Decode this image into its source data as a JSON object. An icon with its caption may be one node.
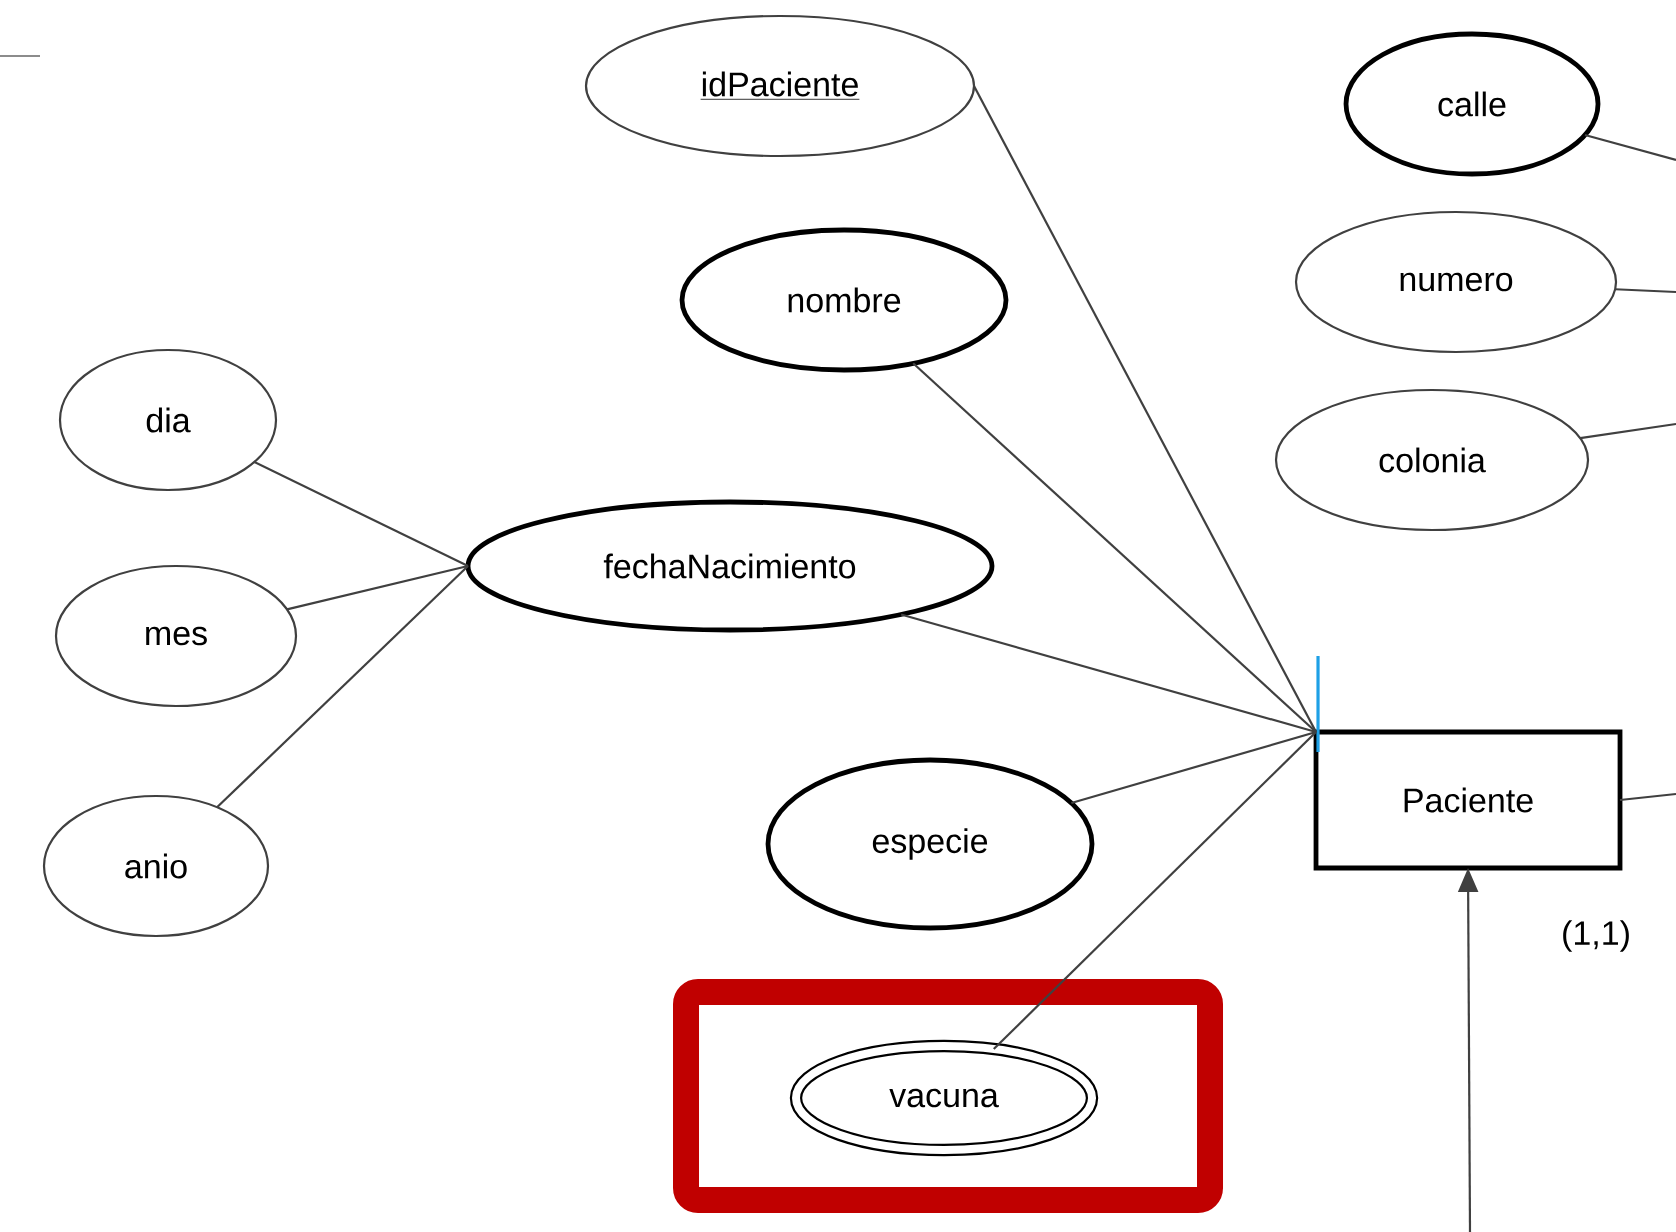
{
  "diagram": {
    "nodes": [
      {
        "text": [
          "idPaciente"
        ]
      },
      {
        "text": [
          "calle"
        ]
      },
      {
        "text": [
          "nombre"
        ]
      },
      {
        "text": [
          "numero"
        ]
      },
      {
        "text": [
          "dia"
        ]
      },
      {
        "text": [
          "colonia"
        ]
      },
      {
        "text": [
          "fechaNacimiento"
        ]
      },
      {
        "text": [
          "mes"
        ]
      },
      {
        "text": [
          "anio"
        ]
      },
      {
        "text": [
          "especie"
        ]
      },
      {
        "text": [
          "Paciente"
        ]
      },
      {
        "text": [],
        "shape": "box"
      },
      {
        "text": [
          "vacuna"
        ],
        "in": 11
      }
    ],
    "edges": [
      {
        "from": 0,
        "to": 10,
        "arrow": "none"
      },
      {
        "from": 1,
        "to": null,
        "arrow": "none"
      },
      {
        "from": 2,
        "to": 10,
        "arrow": "none"
      },
      {
        "from": 3,
        "to": null,
        "arrow": "none"
      },
      {
        "from": 4,
        "to": 6,
        "arrow": "none"
      },
      {
        "from": 5,
        "to": null,
        "arrow": "none"
      },
      {
        "from": 6,
        "to": 10,
        "arrow": "none"
      },
      {
        "from": 7,
        "to": 6,
        "arrow": "none"
      },
      {
        "from": 8,
        "to": 6,
        "arrow": "none"
      },
      {
        "from": 9,
        "to": 10,
        "arrow": "none"
      },
      {
        "from": 12,
        "to": 10,
        "arrow": "none"
      },
      {
        "from": 10,
        "to": null,
        "arrow": "none"
      },
      {
        "from": null,
        "to": 10,
        "arrow": "to"
      }
    ],
    "labels": [
      "(1,1)"
    ]
  }
}
